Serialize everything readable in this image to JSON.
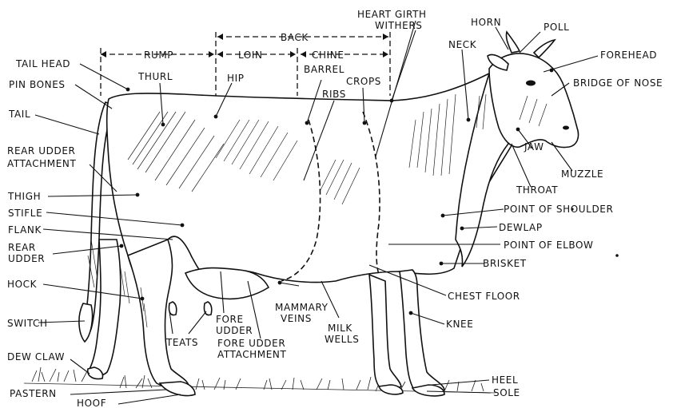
{
  "labels": {
    "rump": "RUMP",
    "back": "BACK",
    "loin": "LOIN",
    "chine": "CHINE",
    "heart_girth": "HEART GIRTH",
    "withers": "WITHERS",
    "horn": "HORN",
    "poll": "POLL",
    "forehead": "FOREHEAD",
    "neck": "NECK",
    "bridge_of_nose": "BRIDGE OF NOSE",
    "tail_head": "TAIL HEAD",
    "pin_bones": "PIN BONES",
    "thurl": "THURL",
    "hip": "HIP",
    "barrel": "BARREL",
    "ribs": "RIBS",
    "crops": "CROPS",
    "tail": "TAIL",
    "rear_udder_attachment_1": "REAR UDDER",
    "rear_udder_attachment_2": "ATTACHMENT",
    "jaw": "JAW",
    "muzzle": "MUZZLE",
    "throat": "THROAT",
    "thigh": "THIGH",
    "stifle": "STIFLE",
    "flank": "FLANK",
    "rear_udder_1": "REAR",
    "rear_udder_2": "UDDER",
    "point_of_shoulder": "POINT OF SHOULDER",
    "dewlap": "DEWLAP",
    "point_of_elbow": "POINT OF ELBOW",
    "brisket": "BRISKET",
    "hock": "HOCK",
    "mammary_veins_1": "MAMMARY",
    "mammary_veins_2": "VEINS",
    "chest_floor": "CHEST FLOOR",
    "switch": "SWITCH",
    "fore_udder_1": "FORE",
    "fore_udder_2": "UDDER",
    "milk_wells_1": "MILK",
    "milk_wells_2": "WELLS",
    "knee": "KNEE",
    "teats": "TEATS",
    "fore_udder_attachment_1": "FORE UDDER",
    "fore_udder_attachment_2": "ATTACHMENT",
    "dew_claw": "DEW CLAW",
    "heel": "HEEL",
    "pastern": "PASTERN",
    "sole": "SOLE",
    "hoof": "HOOF"
  }
}
